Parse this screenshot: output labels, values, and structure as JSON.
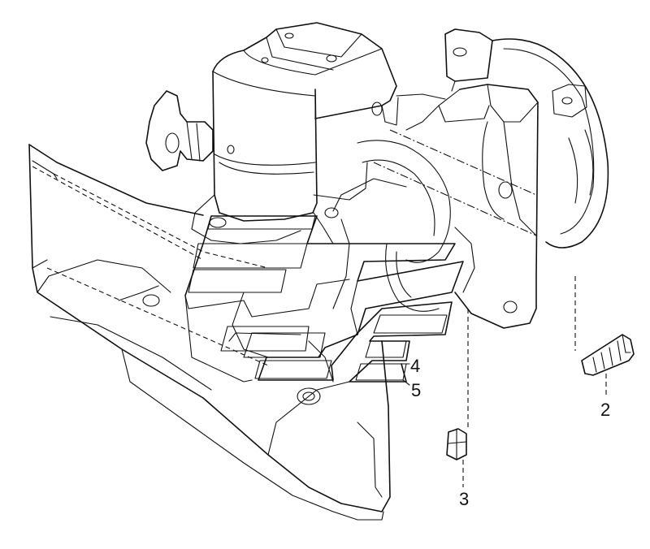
{
  "callouts": {
    "c2": "2",
    "c3": "3",
    "c4": "4",
    "c5": "5"
  },
  "colors": {
    "line": "#111111",
    "background": "#ffffff"
  }
}
